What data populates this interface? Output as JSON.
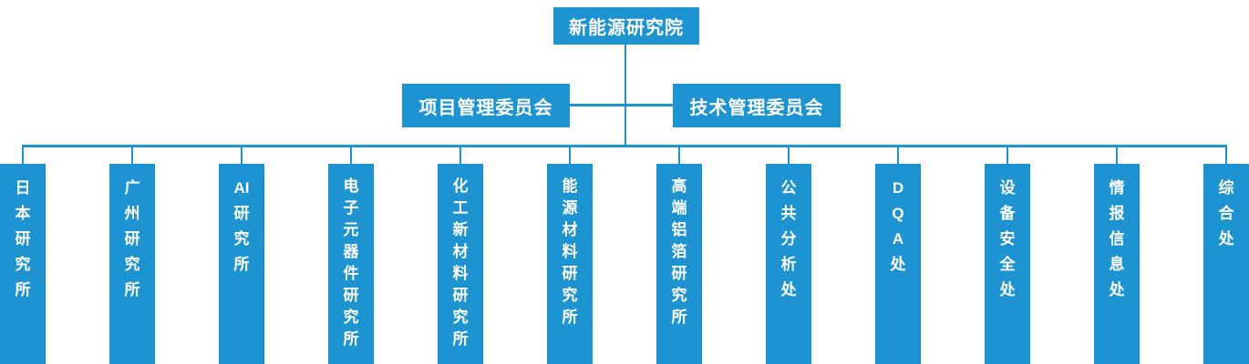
{
  "colors": {
    "primary_blue": "#1e93d2",
    "text_white": "#ffffff",
    "background": "#ffffff"
  },
  "org_chart": {
    "root": {
      "label": "新能源研究院"
    },
    "committees": [
      {
        "label": "项目管理委员会"
      },
      {
        "label": "技术管理委员会"
      }
    ],
    "departments": [
      {
        "name": "日本研究所",
        "display": "日\n本\n研\n究\n所"
      },
      {
        "name": "广州研究所",
        "display": "广\n州\n研\n究\n所"
      },
      {
        "name": "AI研究所",
        "display": "AI\n研\n究\n所"
      },
      {
        "name": "电子元器件研究所",
        "display": "电\n子\n元\n器\n件\n研\n究\n所"
      },
      {
        "name": "化工新材料研究所",
        "display": "化\n工\n新\n材\n料\n研\n究\n所"
      },
      {
        "name": "能源材料研究所",
        "display": "能\n源\n材\n料\n研\n究\n所"
      },
      {
        "name": "高端铝箔研究所",
        "display": "高\n端\n铝\n箔\n研\n究\n所"
      },
      {
        "name": "公共分析处",
        "display": "公\n共\n分\n析\n处"
      },
      {
        "name": "DQA处",
        "display": "D\nQ\nA\n处"
      },
      {
        "name": "设备安全处",
        "display": "设\n备\n安\n全\n处"
      },
      {
        "name": "情报信息处",
        "display": "情\n报\n信\n息\n处"
      },
      {
        "name": "综合处",
        "display": "综\n合\n处"
      }
    ]
  }
}
